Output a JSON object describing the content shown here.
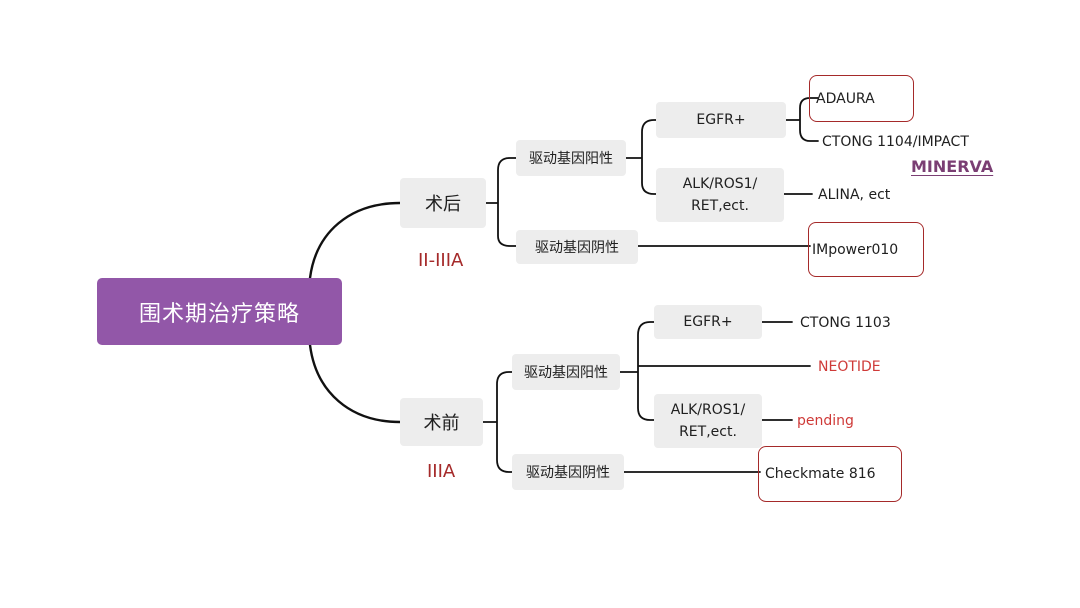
{
  "root": "围术期治疗策略",
  "post": {
    "label": "术后",
    "stage": "II-IIIA",
    "driver_pos": "驱动基因阳性",
    "egfr": "EGFR+",
    "adaura": "ADAURA",
    "ctong1104": "CTONG 1104/IMPACT",
    "minerva": "MINERVA",
    "alk": "ALK/ROS1/\nRET,ect.",
    "alina": "ALINA, ect",
    "driver_neg": "驱动基因阴性",
    "impower": "IMpower010"
  },
  "pre": {
    "label": "术前",
    "stage": "IIIA",
    "driver_pos": "驱动基因阳性",
    "egfr": "EGFR+",
    "ctong1103": "CTONG 1103",
    "neotide": "NEOTIDE",
    "alk": "ALK/ROS1/\nRET,ect.",
    "pending": "pending",
    "driver_neg": "驱动基因阴性",
    "checkmate": "Checkmate 816"
  },
  "colors": {
    "root_fill": "#9257a8",
    "node_fill": "#ededed",
    "stage_text": "#a52a2a",
    "highlight_text": "#cf3a38",
    "box_border": "#a52a2a",
    "minerva_text": "#7a3e73",
    "line": "#111111"
  }
}
